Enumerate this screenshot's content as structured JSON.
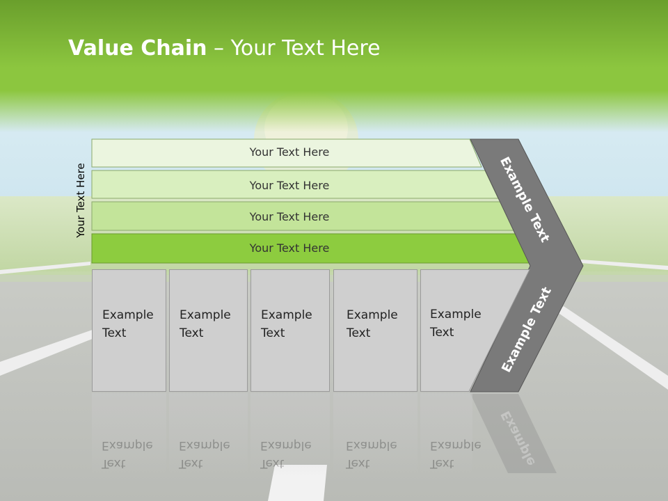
{
  "title": {
    "bold": "Value Chain",
    "rest": " – Your Text Here"
  },
  "side_label": "Your Text Here",
  "bars": [
    {
      "label": "Your Text Here"
    },
    {
      "label": "Your Text Here"
    },
    {
      "label": "Your Text Here"
    },
    {
      "label": "Your Text Here"
    }
  ],
  "boxes": [
    {
      "line1": "Example",
      "line2": "Text"
    },
    {
      "line1": "Example",
      "line2": "Text"
    },
    {
      "line1": "Example",
      "line2": "Text"
    },
    {
      "line1": "Example",
      "line2": "Text"
    },
    {
      "line1": "Example",
      "line2": "Text"
    }
  ],
  "chevron": {
    "upper": "Example Text",
    "lower": "Example Text",
    "reflection": "Example"
  },
  "colors": {
    "header_green": "#8cc63f",
    "bar_darkest": "#8dcc3f",
    "chevron_gray": "#7a7a7a"
  }
}
